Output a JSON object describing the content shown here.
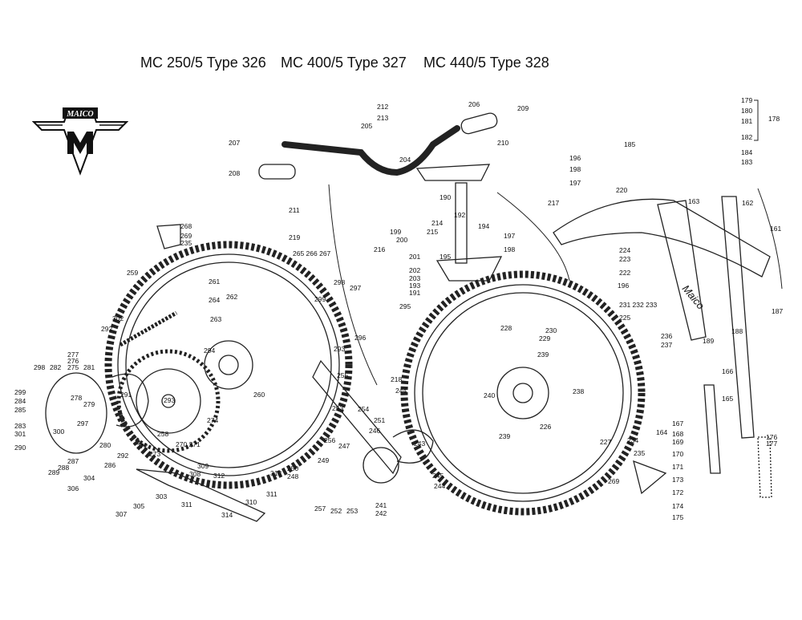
{
  "titles": [
    "MC 250/5 Type 326",
    "MC 400/5 Type 327",
    "MC 440/5 Type 328"
  ],
  "logo_text": "MAICO",
  "fender_text": "Maico",
  "part_labels": [
    "212",
    "206",
    "209",
    "213",
    "205",
    "210",
    "207",
    "196",
    "198",
    "204",
    "208",
    "197",
    "190",
    "220",
    "163",
    "162",
    "161",
    "179",
    "180",
    "181",
    "178",
    "182",
    "185",
    "184",
    "183",
    "211",
    "192",
    "217",
    "214",
    "194",
    "215",
    "199",
    "200",
    "219",
    "216",
    "197",
    "195",
    "198",
    "201",
    "224",
    "223",
    "222",
    "202",
    "203",
    "193",
    "191",
    "196",
    "268",
    "269",
    "235",
    "265 266 267",
    "259",
    "261",
    "264",
    "262",
    "298",
    "297",
    "299",
    "295",
    "231 232 233",
    "225",
    "187",
    "302",
    "263",
    "292",
    "228",
    "230",
    "229",
    "236",
    "188",
    "189",
    "237",
    "296",
    "293",
    "294",
    "239",
    "277",
    "276",
    "275",
    "281",
    "298",
    "282",
    "166",
    "218",
    "260",
    "238",
    "255",
    "244",
    "299",
    "278",
    "291",
    "293",
    "284",
    "279",
    "285",
    "240",
    "165",
    "253",
    "254",
    "274",
    "283",
    "297",
    "251",
    "226",
    "167",
    "164",
    "168",
    "301",
    "300",
    "280",
    "246",
    "256",
    "243",
    "239",
    "227",
    "234",
    "169",
    "258",
    "176",
    "177",
    "290",
    "292",
    "272",
    "270 271",
    "273",
    "247",
    "289",
    "288",
    "287",
    "286",
    "170",
    "249",
    "309",
    "308",
    "171",
    "250",
    "248",
    "304",
    "313",
    "312",
    "245",
    "235",
    "269",
    "173",
    "172",
    "306",
    "303",
    "244",
    "311",
    "310",
    "305",
    "311",
    "257",
    "252",
    "253",
    "241",
    "242",
    "174",
    "307",
    "314",
    "175"
  ]
}
